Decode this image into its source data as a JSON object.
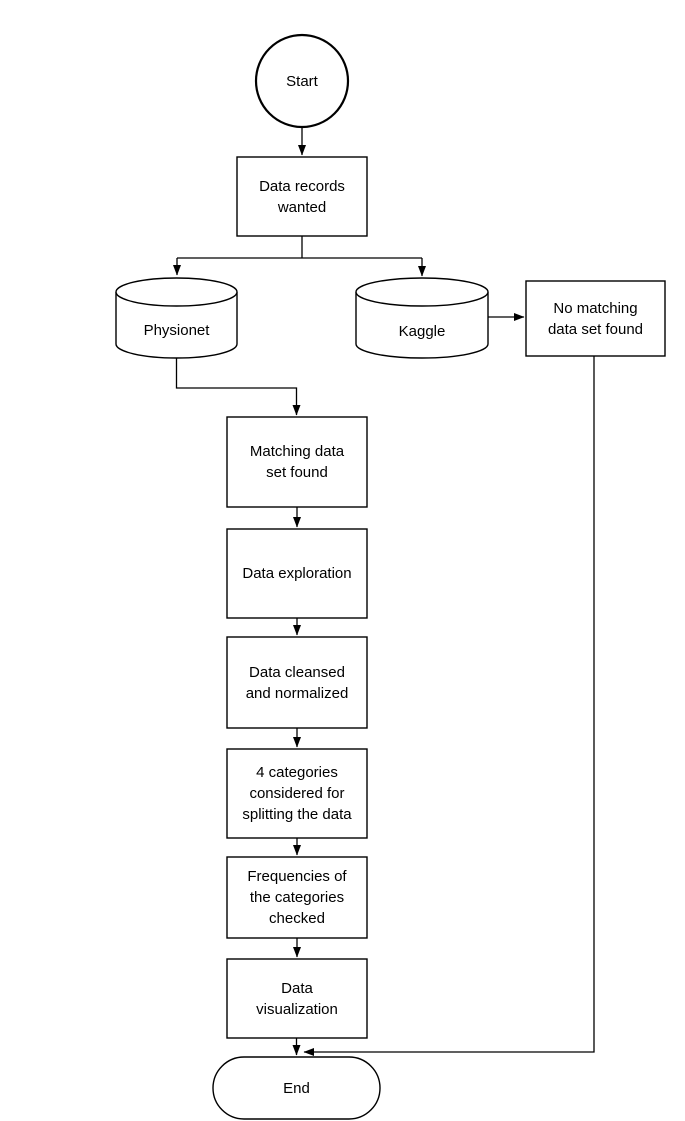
{
  "diagram": {
    "type": "flowchart",
    "background_color": "#ffffff",
    "stroke_color": "#000000",
    "node_fill_color": "#ffffff",
    "text_color": "#000000"
  },
  "nodes": {
    "start": {
      "label": "Start",
      "shape": "circle"
    },
    "data_records": {
      "label": "Data records\nwanted",
      "shape": "process"
    },
    "physionet": {
      "label": "Physionet",
      "shape": "database"
    },
    "kaggle": {
      "label": "Kaggle",
      "shape": "database"
    },
    "no_matching": {
      "label": "No matching\ndata set found",
      "shape": "process"
    },
    "matching": {
      "label": "Matching data\nset found",
      "shape": "process"
    },
    "exploration": {
      "label": "Data exploration",
      "shape": "process"
    },
    "cleansed": {
      "label": "Data cleansed\nand normalized",
      "shape": "process"
    },
    "categories": {
      "label": "4 categories\nconsidered for\nsplitting the data",
      "shape": "process"
    },
    "frequencies": {
      "label": "Frequencies of\nthe categories\nchecked",
      "shape": "process"
    },
    "visualization": {
      "label": "Data\nvisualization",
      "shape": "process"
    },
    "end": {
      "label": "End",
      "shape": "terminator"
    }
  },
  "edges": [
    {
      "from": "start",
      "to": "data_records"
    },
    {
      "from": "data_records",
      "to": "physionet"
    },
    {
      "from": "data_records",
      "to": "kaggle"
    },
    {
      "from": "kaggle",
      "to": "no_matching"
    },
    {
      "from": "physionet",
      "to": "matching"
    },
    {
      "from": "matching",
      "to": "exploration"
    },
    {
      "from": "exploration",
      "to": "cleansed"
    },
    {
      "from": "cleansed",
      "to": "categories"
    },
    {
      "from": "categories",
      "to": "frequencies"
    },
    {
      "from": "frequencies",
      "to": "visualization"
    },
    {
      "from": "visualization",
      "to": "end"
    },
    {
      "from": "no_matching",
      "to": "end"
    }
  ]
}
